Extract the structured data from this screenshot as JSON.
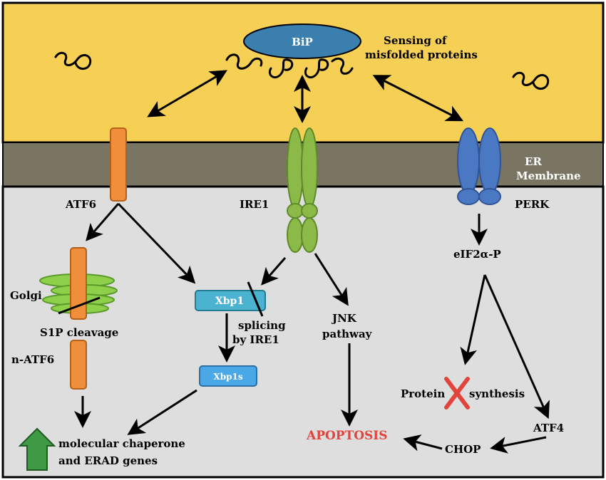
{
  "labels": {
    "bip": "BiP",
    "sensing_line1": "Sensing of",
    "sensing_line2": "misfolded proteins",
    "er_line1": "ER",
    "er_line2": "Membrane",
    "atf6": "ATF6",
    "ire1": "IRE1",
    "perk": "PERK",
    "golgi": "Golgi",
    "s1p": "S1P cleavage",
    "n_atf6": "n-ATF6",
    "xbp1": "Xbp1",
    "xbp1s": "Xbp1s",
    "splicing_line1": "splicing",
    "splicing_line2": "by IRE1",
    "jnk_line1": "JNK",
    "jnk_line2": "pathway",
    "eif2a": "eIF2α-P",
    "protein": "Protein",
    "synthesis": "synthesis",
    "atf4": "ATF4",
    "chop": "CHOP",
    "apoptosis": "APOPTOSIS",
    "chaperone_line1": "molecular chaperone",
    "chaperone_line2": "and ERAD genes"
  },
  "colors": {
    "er_lumen": "#f6cf55",
    "membrane": "#7a7562",
    "cytosol": "#dedede",
    "atf6": "#ef8f3b",
    "ire1": "#8cba48",
    "perk": "#4a78c2",
    "bip": "#3a7fae",
    "xbp1": "#4bb3cf",
    "golgi": "#8fd04a",
    "apoptosis": "#e0443c",
    "up_arrow": "#3e9a45"
  },
  "icons": {
    "block_mark": "red-x-icon",
    "up_arrow": "green-up-arrow-icon"
  }
}
